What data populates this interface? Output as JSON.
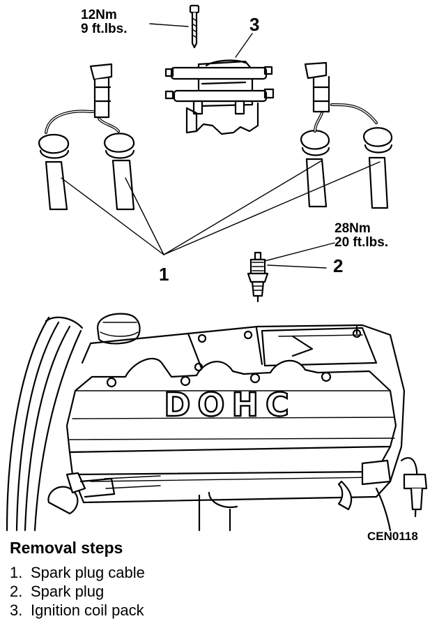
{
  "torque_coil": {
    "nm": "12Nm",
    "ftlbs": "9 ft.lbs."
  },
  "torque_plug": {
    "nm": "28Nm",
    "ftlbs": "20 ft.lbs."
  },
  "callouts": {
    "one": "1",
    "two": "2",
    "three": "3"
  },
  "cover_text": "DOHC",
  "figure_code": "CEN0118",
  "removal": {
    "title": "Removal steps",
    "steps": [
      {
        "num": "1.",
        "text": "Spark plug cable"
      },
      {
        "num": "2.",
        "text": "Spark plug"
      },
      {
        "num": "3.",
        "text": "Ignition coil pack"
      }
    ]
  }
}
